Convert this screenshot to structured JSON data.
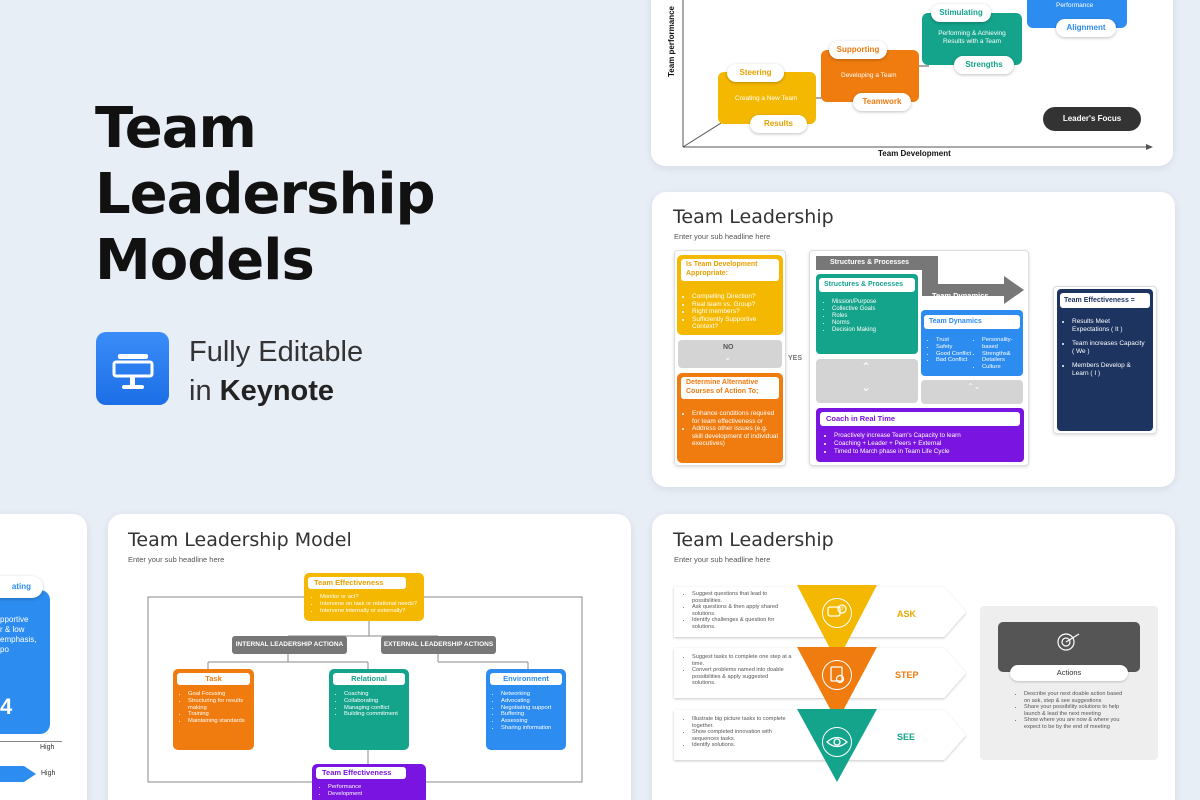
{
  "hero": {
    "title_lines": [
      "Team",
      "Leadership",
      "Models"
    ],
    "editable_line1": "Fully Editable",
    "editable_in": "in ",
    "editable_app": "Keynote",
    "icon": "keynote-podium-icon",
    "accent": "#2f7ef0"
  },
  "chart_slide": {
    "y_axis_label": "Team performance",
    "x_axis_label": "Team Development",
    "stages": [
      {
        "top_label": "Steering",
        "body": "Creating a New Team",
        "bottom_label": "Results",
        "color": "#f5b800"
      },
      {
        "top_label": "Supporting",
        "body": "Developing a Team",
        "bottom_label": "Teamwork",
        "color": "#f07c10"
      },
      {
        "top_label": "Stimulating",
        "body": "Performing & Achieving Results with a Team",
        "bottom_label": "Strengths",
        "color": "#14a38b"
      },
      {
        "top_label": "",
        "body": "Performance",
        "bottom_label": "Alignment",
        "color": "#2d8cf0"
      }
    ],
    "button": "Leader's Focus"
  },
  "slide_right_mid": {
    "title": "Team Leadership",
    "subtitle": "Enter your sub headline here",
    "q_title": "Is Team Development Appropriate:",
    "q_items": [
      "Compelling Direction?",
      "Real team vs. Group?",
      "Right members?",
      "Sufficiently Supportive Context?"
    ],
    "no": "NO",
    "yes": "YES",
    "alt_title": "Determine Alternative Courses of Action To;",
    "alt_items": [
      "Enhance conditions required for team effectiveness or",
      "Address other issues (e.g. skill development of individual executives)"
    ],
    "banner": "Structures & Processes",
    "arrow": "Team Dynamics",
    "sp_title": "Structures & Processes",
    "sp_items": [
      "Mission/Purpose",
      "Collective Goals",
      "Roles",
      "Norms",
      "Decision Making"
    ],
    "td_title": "Team Dynamics",
    "td_col1": [
      "Trust",
      "Safety",
      "Good Conflict",
      "Bad Conflict"
    ],
    "td_col2": [
      "Personality-based",
      "Strengths& Detailers",
      "Culture"
    ],
    "coach_title": "Coach in Real Time",
    "coach_items": [
      "Proactively increase Team's Capacity to learn",
      "Coaching + Leader + Peers + External",
      "Timed to March phase in Team Life Cycle"
    ],
    "eff_title": "Team Effectiveness =",
    "eff_items": [
      "Results Meet Expectations ( It )",
      "Team increases Capacity ( We )",
      "Members Develop & Learn ( I )"
    ]
  },
  "slide_left_edge": {
    "pill": "ating",
    "text_lines": [
      "pportive",
      "r & low",
      "emphasis,",
      "po"
    ],
    "number": "4",
    "axis_label": "High",
    "arrow_label": "High"
  },
  "slide_bottom_mid": {
    "title": "Team Leadership Model",
    "subtitle": "Enter your sub headline here",
    "top_title": "Team Effectiveness",
    "top_items": [
      "Monitor or act?",
      "Intervene on task or relational needs?",
      "Intervene internally or externally?"
    ],
    "internal": "INTERNAL LEADERSHIP ACTIONA",
    "external": "EXTERNAL LEADERSHIP ACTIONS",
    "task_title": "Task",
    "task_items": [
      "Goal Focusing",
      "Structuring for results making",
      "Training",
      "Maintaining standards"
    ],
    "rel_title": "Relational",
    "rel_items": [
      "Coaching",
      "Collaborating",
      "Managing conflict",
      "Building commitment"
    ],
    "env_title": "Environment",
    "env_items": [
      "Networking",
      "Advocating",
      "Negotiating support",
      "Buffering",
      "Assessing",
      "Sharing information"
    ],
    "bottom_title": "Team Effectiveness",
    "bottom_items": [
      "Performance",
      "Development"
    ]
  },
  "slide_bottom_right": {
    "title": "Team Leadership",
    "subtitle": "Enter your sub headline here",
    "rows": [
      {
        "label": "ASK",
        "color": "#f5b800",
        "label_color": "#e8a800",
        "icon": "chat-question-icon",
        "items": [
          "Suggest questions that lead to possibilities.",
          "Ask questions & then apply shared solutions.",
          "Identify challenges & question for solutions."
        ]
      },
      {
        "label": "STEP",
        "color": "#f07c10",
        "label_color": "#ee7a10",
        "icon": "document-gear-icon",
        "items": [
          "Suggest tasks to complete one step at a time.",
          "Convert problems named into doable possibilities & apply suggested solutions."
        ]
      },
      {
        "label": "SEE",
        "color": "#14a38b",
        "label_color": "#14a38b",
        "icon": "eye-icon",
        "items": [
          "Illustrate big picture tasks to complete together.",
          "Show completed innovation with sequences tasks.",
          "Identify solutions."
        ]
      }
    ],
    "actions_label": "Actions",
    "actions_icon": "target-gear-icon",
    "actions_items": [
      "Describe your next doable action based on ask, step & see suggestions",
      "Share your possibility solutions to help launch & lead the next meeting",
      "Show where you are now & where you expect to be by the end of meeting"
    ]
  }
}
